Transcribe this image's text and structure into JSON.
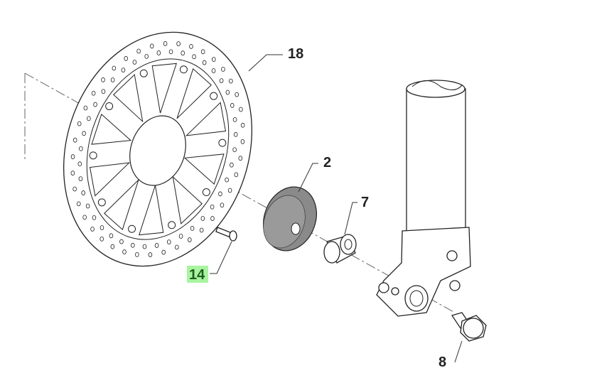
{
  "diagram": {
    "type": "exploded-parts-diagram",
    "highlight_color": "#a8f4a0",
    "callouts": [
      {
        "id": "18",
        "label": "18",
        "part": "brake-disc",
        "highlighted": false
      },
      {
        "id": "2",
        "label": "2",
        "part": "cover-disc",
        "highlighted": false
      },
      {
        "id": "7",
        "label": "7",
        "part": "spacer",
        "highlighted": false
      },
      {
        "id": "14",
        "label": "14",
        "part": "disc-screw",
        "highlighted": true
      },
      {
        "id": "8",
        "label": "8",
        "part": "axle-clamp-bolt",
        "highlighted": false
      }
    ]
  }
}
